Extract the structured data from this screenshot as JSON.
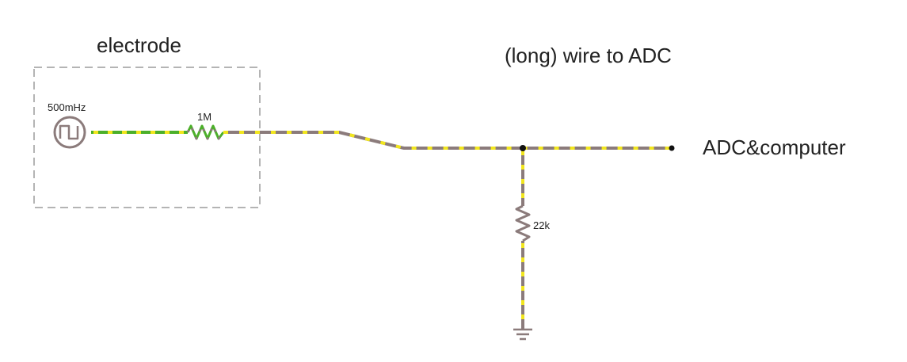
{
  "labels": {
    "electrode": "electrode",
    "wire": "(long) wire to ADC",
    "adc": "ADC&computer"
  },
  "components": {
    "source": {
      "label": "500mHz",
      "icon": "square-wave-source-icon"
    },
    "resistor_series": {
      "label": "1M",
      "icon": "resistor-icon"
    },
    "resistor_shunt": {
      "label": "22k",
      "icon": "resistor-icon"
    },
    "ground": {
      "icon": "ground-icon"
    }
  },
  "colors": {
    "wire": "#8b7b7b",
    "wire_active": "#4caf2a",
    "current_dots": "#f2e61e",
    "box": "#b4b4b4",
    "node": "#111111"
  }
}
